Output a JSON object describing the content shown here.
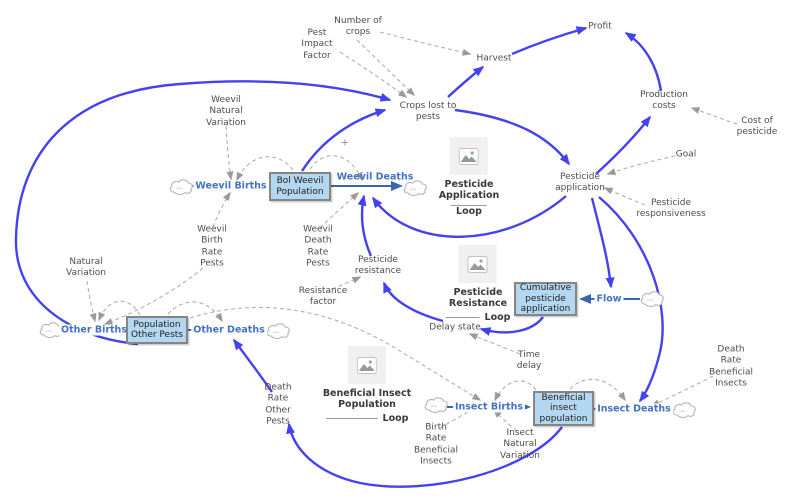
{
  "colors": {
    "loop_arrow": "#4442ef",
    "flow_line": "#3b66ae",
    "flow_label": "#4472c4",
    "stock_fill": "#b3d7f0",
    "stock_border": "#858585",
    "dashed": "#b0b0b0",
    "dashed_arrow": "#9a9a9a",
    "text": "#4d4d4d"
  },
  "variables": {
    "number_of_crops": "Number of\ncrops",
    "pest_impact_factor": "Pest\nImpact\nFactor",
    "harvest": "Harvest",
    "profit": "Profit",
    "crops_lost_to_pests": "Crops lost to\npests",
    "production_costs": "Production\ncosts",
    "cost_of_pesticide": "Cost of\npesticide",
    "goal": "Goal",
    "pesticide_application": "Pesticide\napplication",
    "pesticide_responsiveness": "Pesticide\nresponsiveness",
    "weevil_natural_variation": "Weevil\nNatural\nVariation",
    "weevil_birth_rate_pests": "Weevil\nBirth\nRate\nPests",
    "weevil_death_rate_pests": "Weevil\nDeath\nRate\nPests",
    "pesticide_resistance": "Pesticide\nresistance",
    "resistance_factor": "Resistance\nfactor",
    "natural_variation": "Natural\nVariation",
    "delay_state": "Delay state",
    "time_delay": "Time\ndelay",
    "death_rate_other_pests": "Death\nRate\nOther\nPests",
    "birth_rate_beneficial_insects": "Birth\nRate\nBeneficial\nInsects",
    "insect_natural_variation": "Insect\nNatural\nVariation",
    "death_rate_beneficial_insects": "Death\nRate\nBeneficial\nInsects"
  },
  "flows": {
    "weevil_births": "Weevil Births",
    "weevil_deaths": "Weevil Deaths",
    "other_births": "Other Births",
    "other_deaths": "Other Deaths",
    "flow": "Flow",
    "insect_births": "Insect Births",
    "insect_deaths": "Insect Deaths"
  },
  "stocks": {
    "bol_weevil_population": "Bol Weevil\nPopulation",
    "population_other_pests": "Population\nOther Pests",
    "cumulative_pesticide_application": "Cumulative\npesticide\napplication",
    "beneficial_insect_population": "Beneficial\ninsect\npopulation"
  },
  "loops": {
    "application": {
      "title": "Pesticide\nApplication",
      "label": "Loop"
    },
    "resistance": {
      "title": "Pesticide\nResistance",
      "label": "Loop"
    },
    "beneficial": {
      "title": "Beneficial Insect\nPopulation",
      "label": "Loop"
    }
  },
  "polarity": {
    "plus": "+"
  }
}
